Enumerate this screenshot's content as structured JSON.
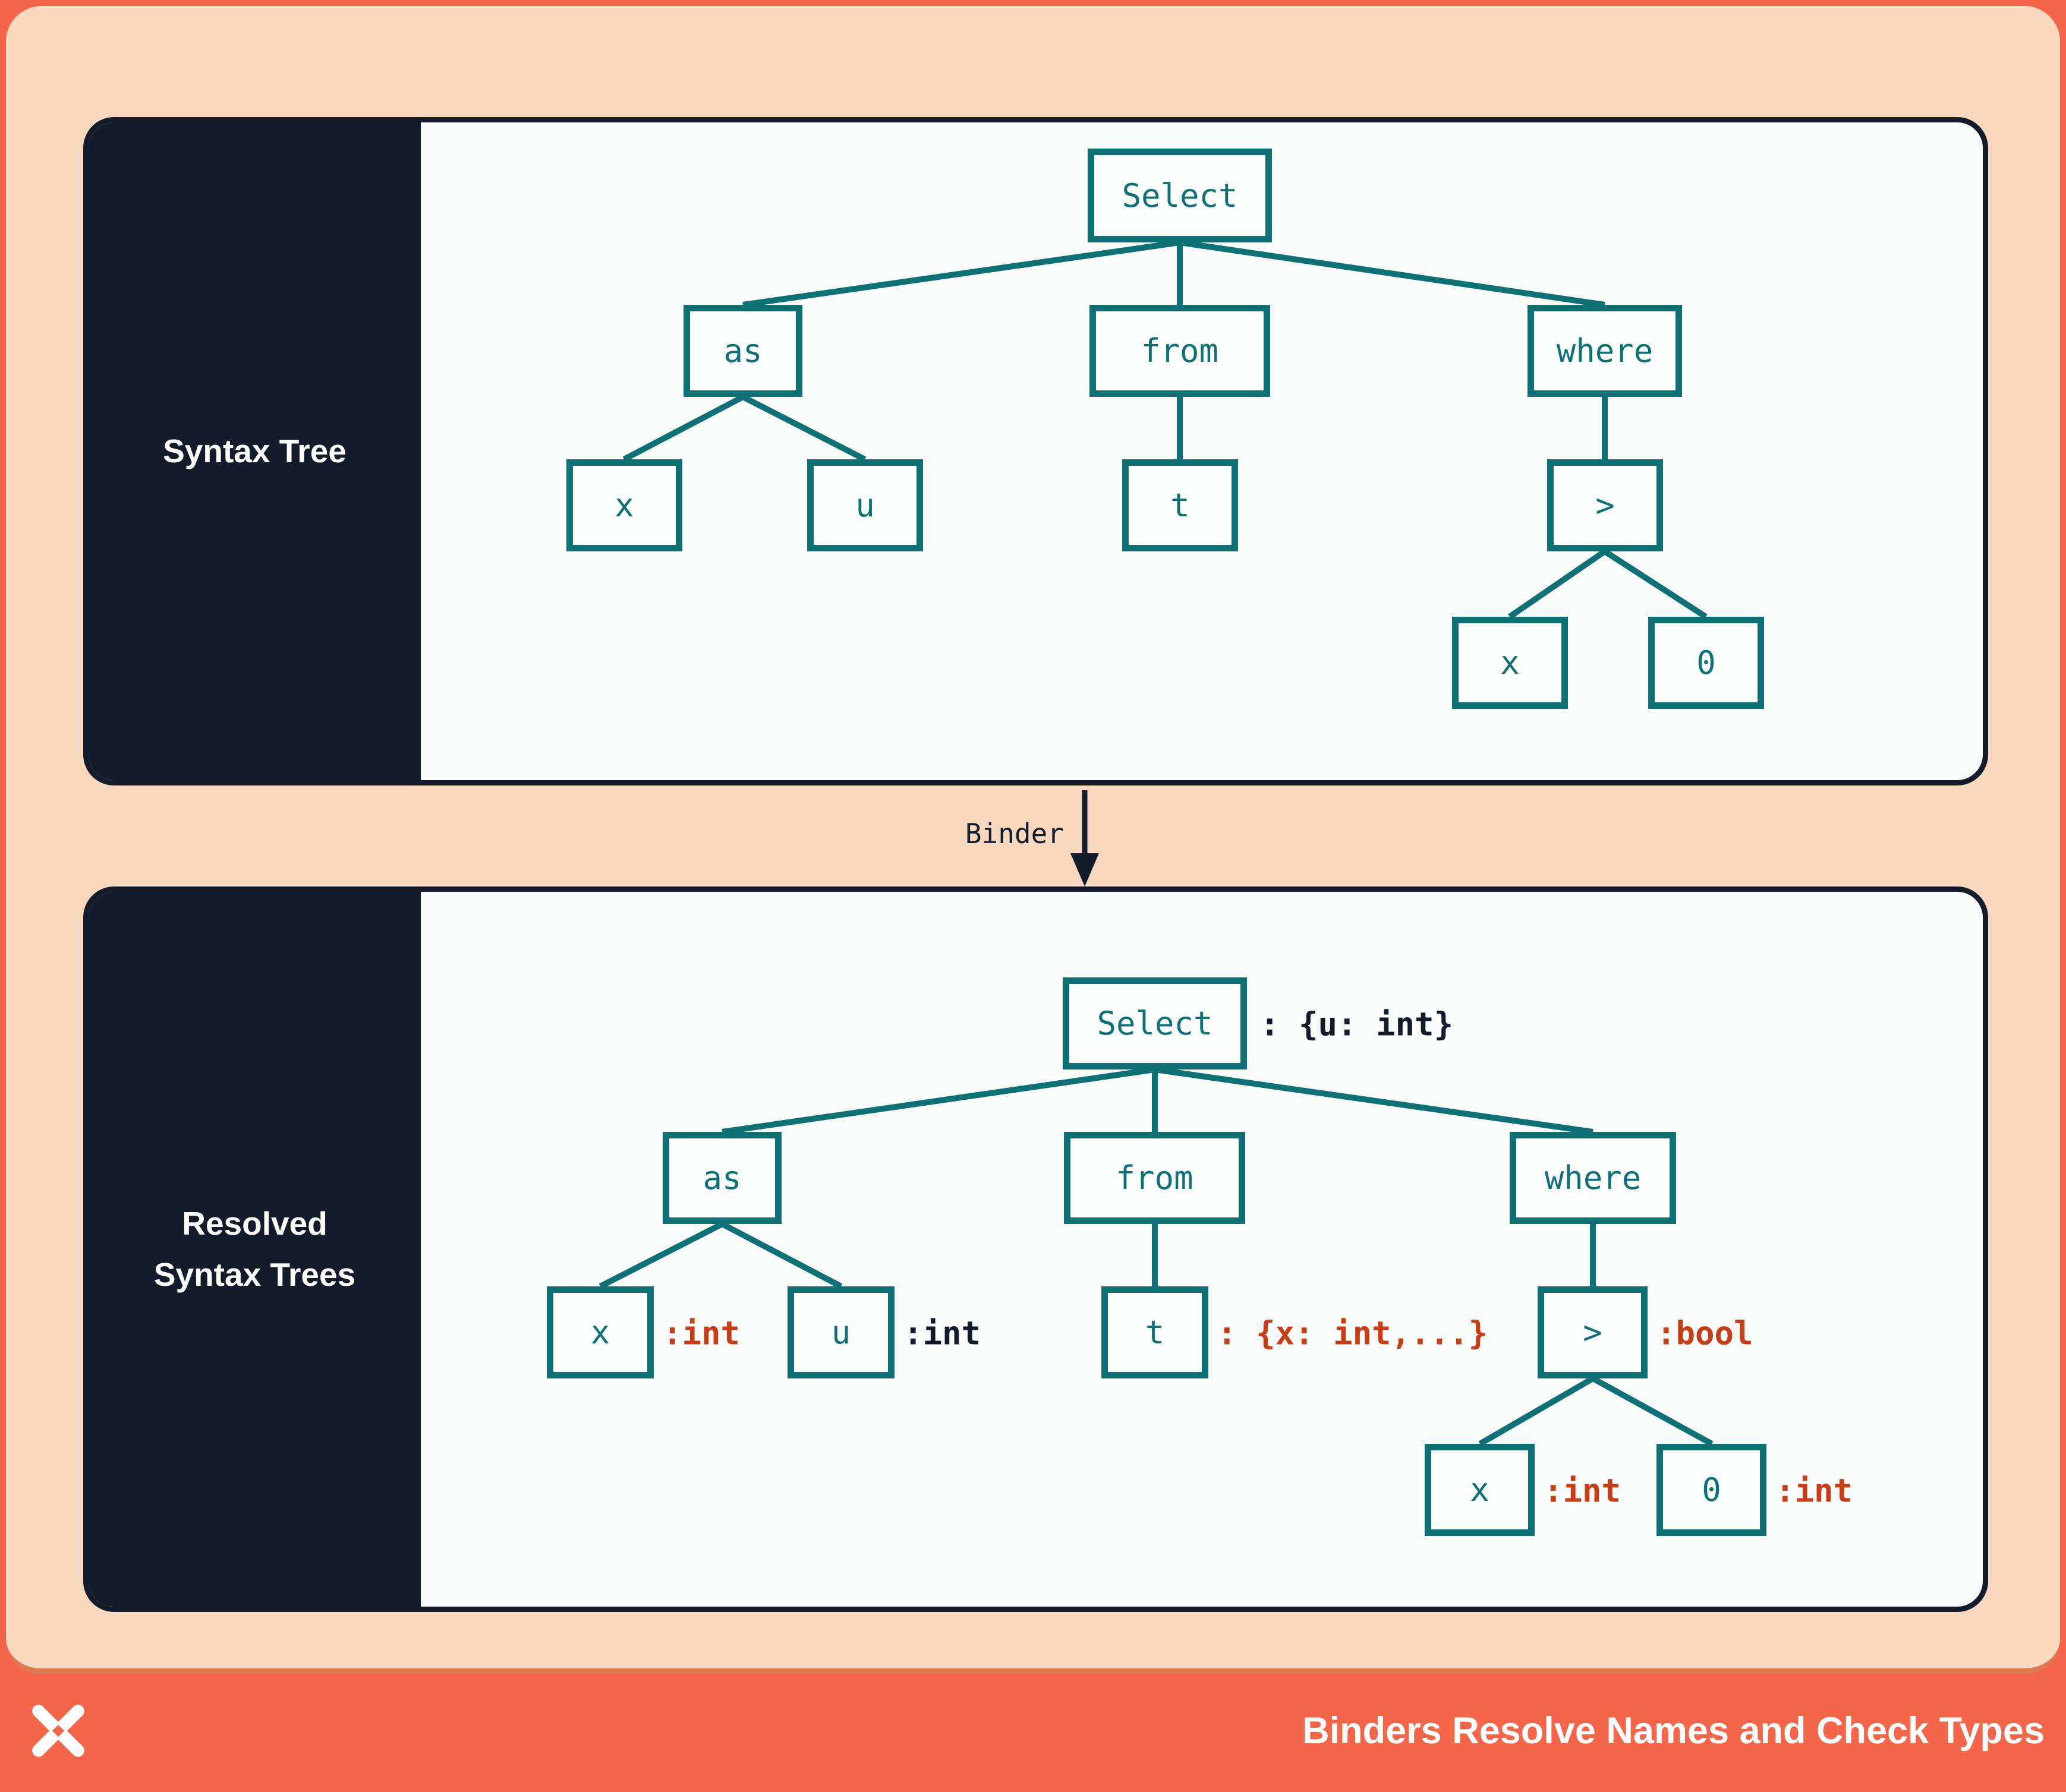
{
  "colors": {
    "coral": "#f5654a",
    "peach": "#f8d9c0",
    "navy": "#141b2b",
    "teal": "#0e7175",
    "annotation_red": "#c83c16",
    "panel_background": "#f9fafa",
    "divider": "#dd7a52"
  },
  "binder": {
    "label": "Binder",
    "arrow_icon": "down-arrow-icon"
  },
  "trees": {
    "syntax": {
      "panel_label": "Syntax Tree",
      "nodes": {
        "select": "Select",
        "as": "as",
        "from": "from",
        "where": "where",
        "x": "x",
        "u": "u",
        "t": "t",
        "gt": ">",
        "x_cmp": "x",
        "zero": "0"
      }
    },
    "resolved": {
      "panel_label_line1": "Resolved",
      "panel_label_line2": "Syntax Trees",
      "nodes": {
        "select": "Select",
        "as": "as",
        "from": "from",
        "where": "where",
        "x": "x",
        "u": "u",
        "t": "t",
        "gt": ">",
        "x_cmp": "x",
        "zero": "0"
      },
      "annotations": {
        "select": ": {u: int}",
        "x": ":int",
        "u": ":int",
        "t": ": {x: int,...}",
        "gt": ":bool",
        "x_cmp": ":int",
        "zero": ":int"
      }
    }
  },
  "footer": {
    "title": "Binders Resolve Names and Check Types",
    "logo": "dbt-logo"
  }
}
